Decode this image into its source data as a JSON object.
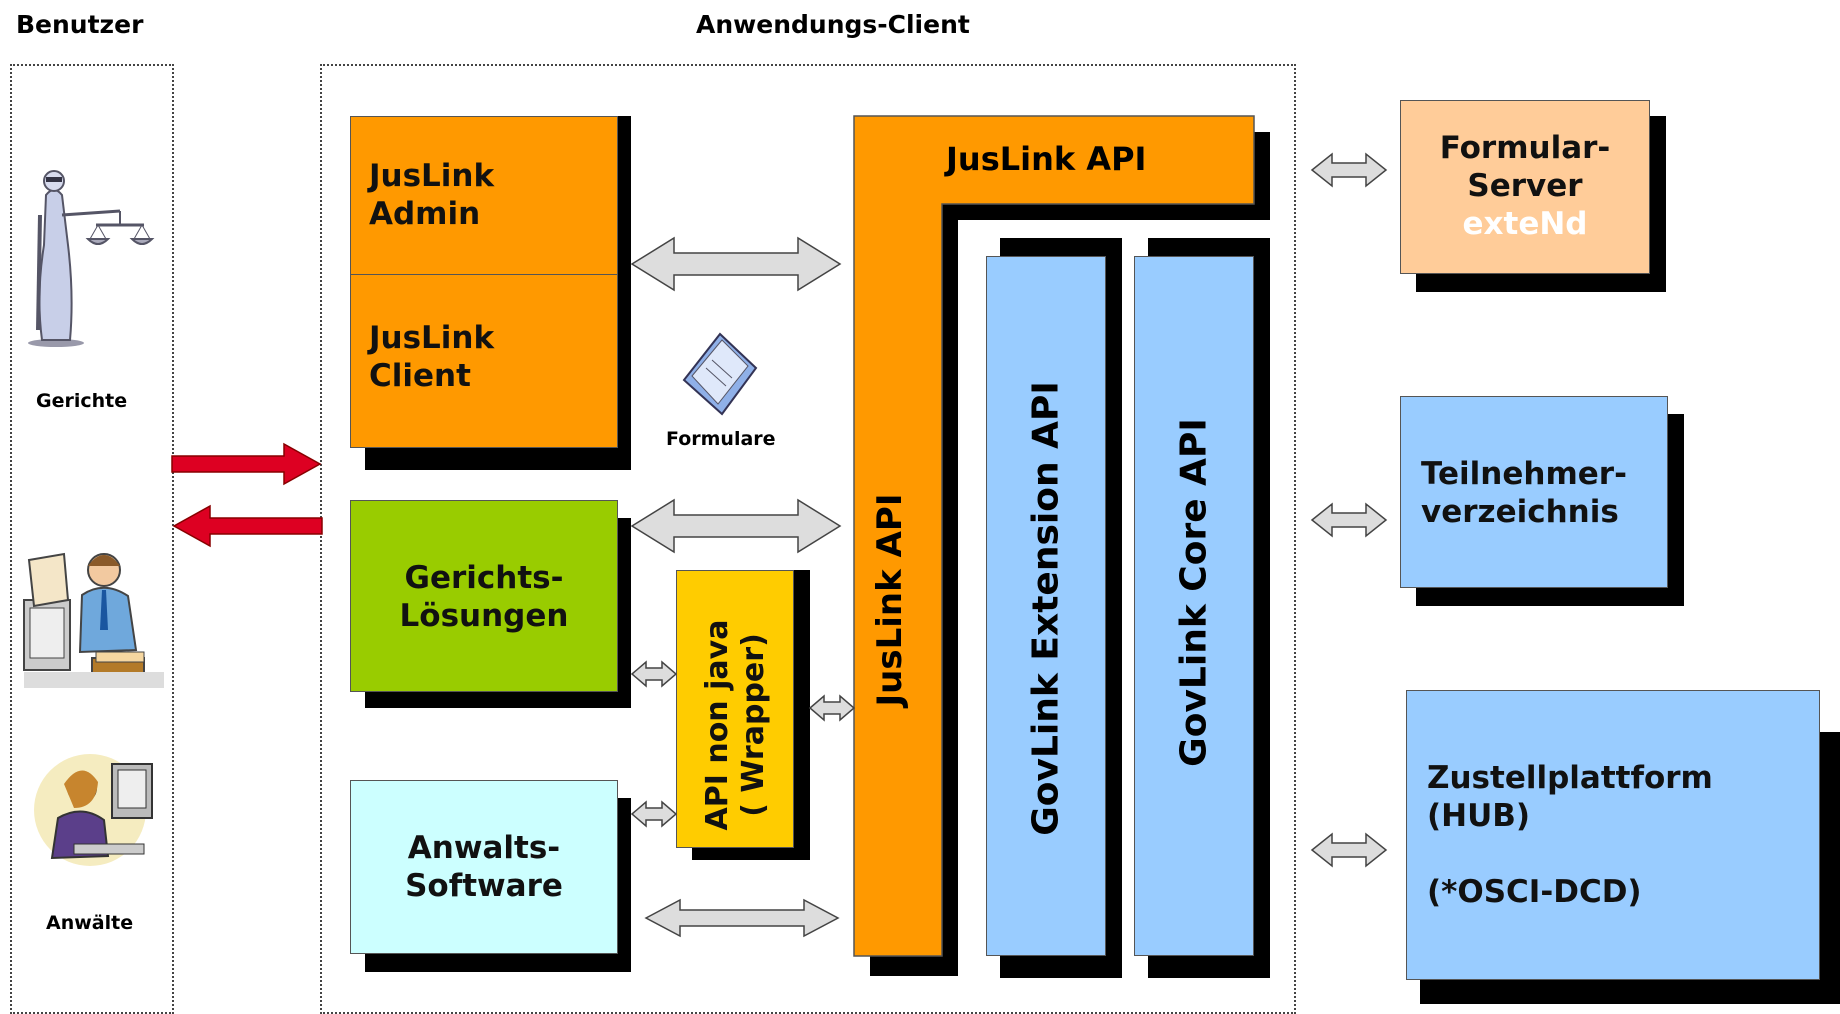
{
  "headers": {
    "users": "Benutzer",
    "client": "Anwendungs-Client"
  },
  "users": {
    "courts": "Gerichte",
    "lawyers": "Anwälte"
  },
  "client_boxes": {
    "admin": [
      "JusLink",
      "Admin"
    ],
    "client": [
      "JusLink",
      "Client"
    ],
    "court_solutions": [
      "Gerichts-",
      "Lösungen"
    ],
    "lawyer_software": [
      "Anwalts-",
      "Software"
    ],
    "wrapper": [
      "API non java",
      "( Wrapper)"
    ],
    "forms_label": "Formulare"
  },
  "apis": {
    "juslink_top": "JusLink API",
    "juslink_vertical": "JusLink API",
    "govlink_extension": "GovLink Extension API",
    "govlink_core": "GovLink Core API"
  },
  "servers": {
    "form_server": [
      "Formular-",
      "Server"
    ],
    "form_server_product": "exteNd",
    "directory": [
      "Teilnehmer-",
      "verzeichnis"
    ],
    "hub": [
      "Zustellplattform",
      "(HUB)",
      "",
      "(*OSCI-DCD)"
    ]
  },
  "colors": {
    "orange": "#FF9900",
    "green": "#99CC00",
    "light_cyan": "#CCFFFF",
    "yellow": "#FFCC00",
    "light_blue": "#99CCFF",
    "peach": "#FFCC99",
    "red_arrow": "#DD0022",
    "gray_arrow": "#DDDDDD"
  }
}
